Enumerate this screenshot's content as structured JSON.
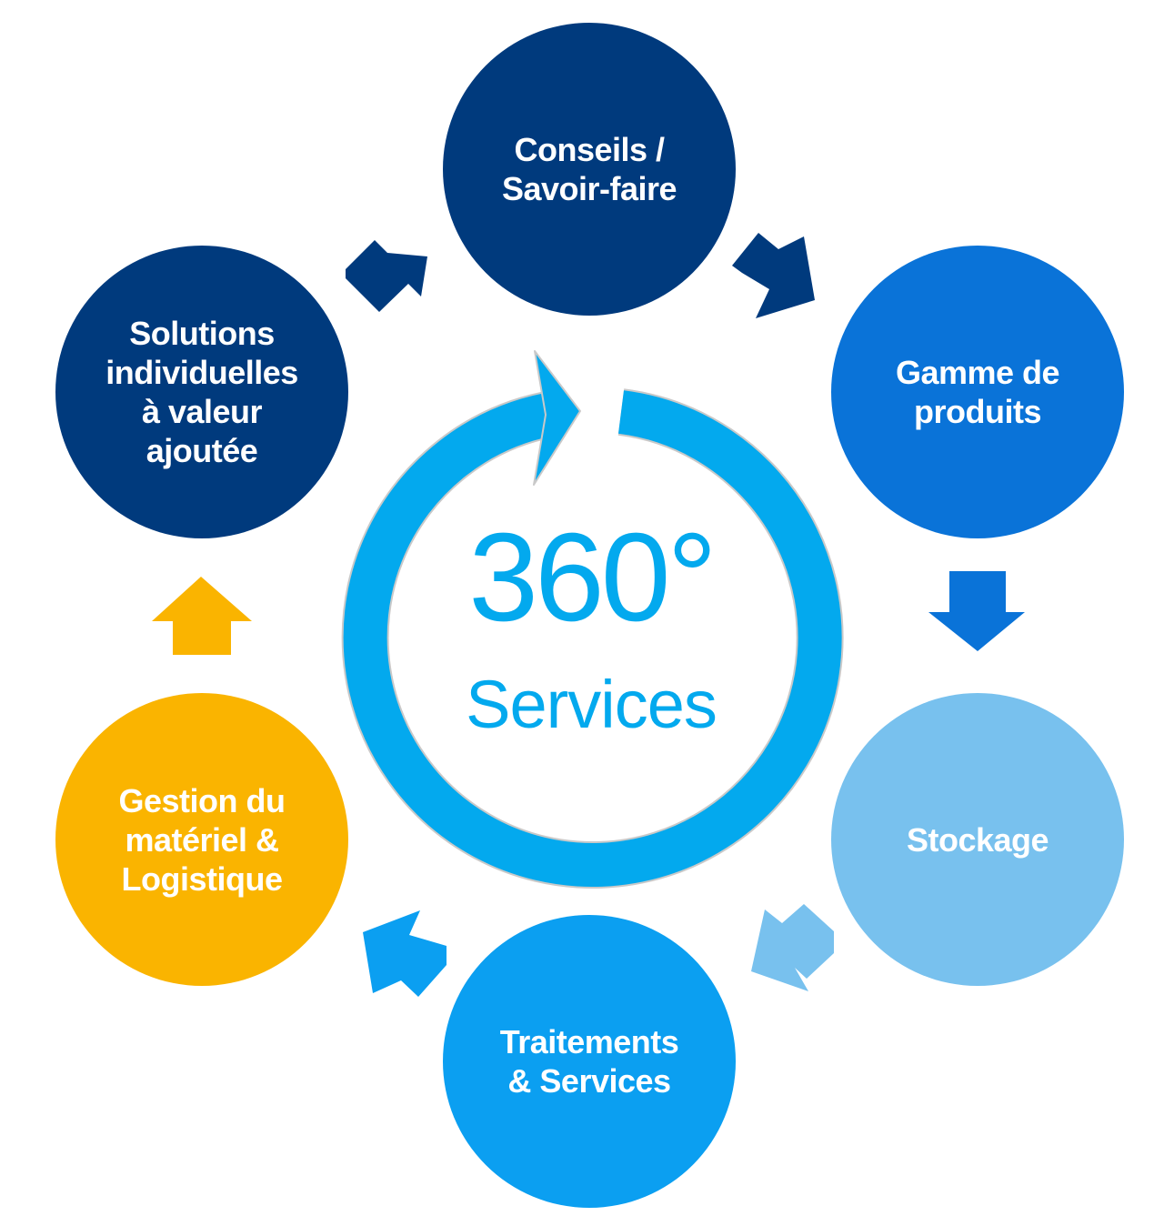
{
  "center": {
    "title": "360°",
    "subtitle": "Services"
  },
  "nodes": [
    {
      "id": "conseils",
      "label": "Conseils /\nSavoir-faire",
      "color": "#003a7d"
    },
    {
      "id": "gamme",
      "label": "Gamme de\nproduits",
      "color": "#0a73d8"
    },
    {
      "id": "stockage",
      "label": "Stockage",
      "color": "#78c1ee"
    },
    {
      "id": "traitements",
      "label": "Traitements\n& Services",
      "color": "#0b9ff1"
    },
    {
      "id": "gestion",
      "label": "Gestion du\nmatériel &\nLogistique",
      "color": "#fab400"
    },
    {
      "id": "solutions",
      "label": "Solutions\nindividuelles\nà valeur\najoutée",
      "color": "#003a7d"
    }
  ],
  "colors": {
    "ring": "#03a9ee",
    "ring_outline": "#c9c9c9"
  },
  "icons": [
    "cycle-arrow-icon",
    "arrow-icon"
  ]
}
